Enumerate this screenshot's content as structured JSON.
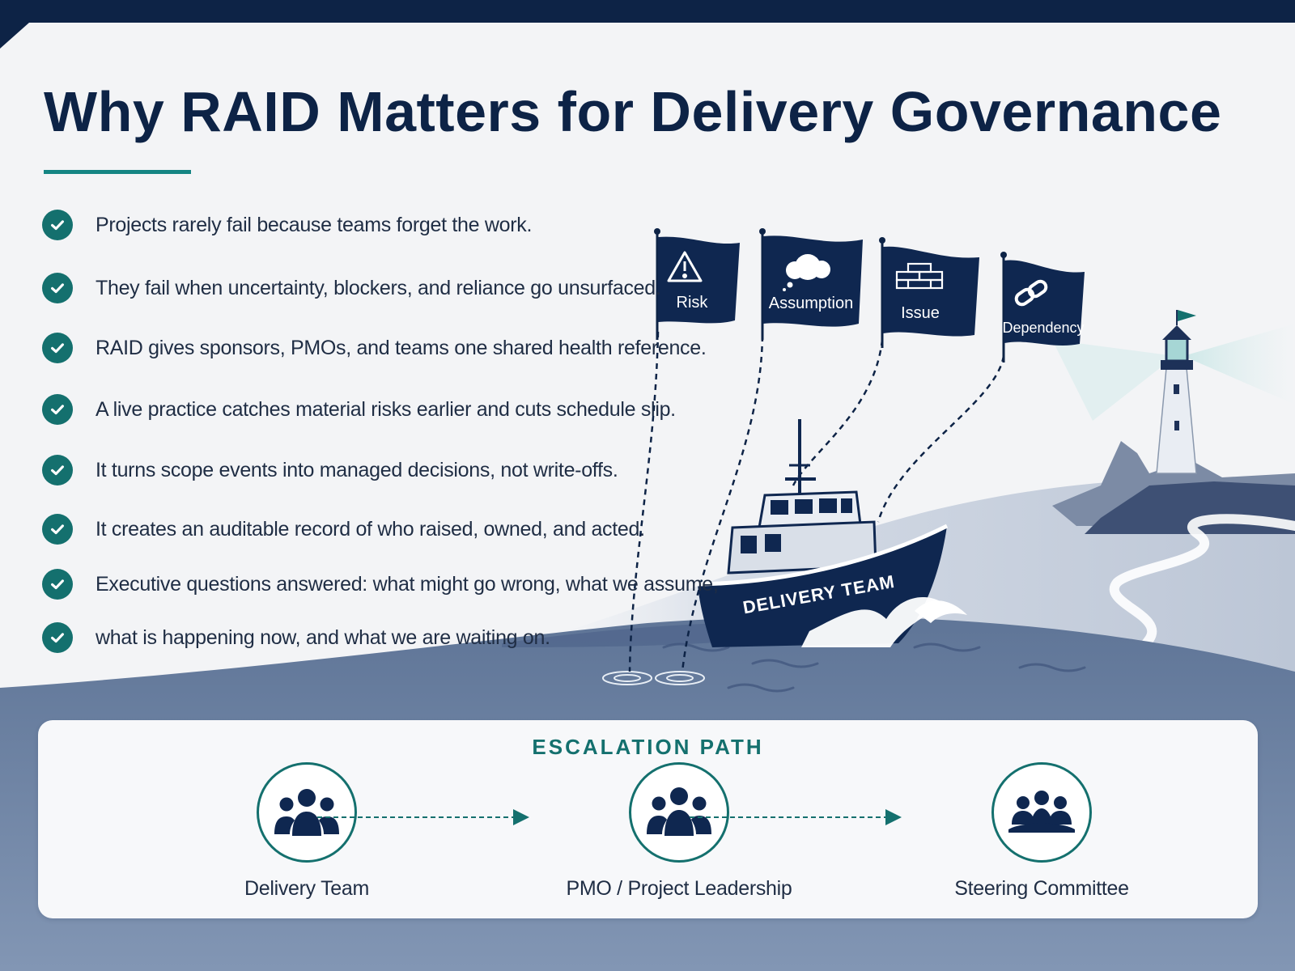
{
  "page": {
    "title": "Why RAID Matters for Delivery Governance"
  },
  "points": [
    "Projects rarely fail because teams forget the work.",
    "They fail when uncertainty, blockers, and reliance go unsurfaced.",
    "RAID gives sponsors, PMOs, and teams one shared health reference.",
    "A live practice catches material risks earlier and cuts schedule slip.",
    "It turns scope events into managed decisions, not write-offs.",
    "It creates an auditable record of who raised, owned, and acted.",
    "Executive questions answered: what might go wrong, what we assume,",
    "what is happening now, and what we are waiting on."
  ],
  "flags": [
    {
      "label": "Risk",
      "icon": "warning-icon"
    },
    {
      "label": "Assumption",
      "icon": "thought-bubble-icon"
    },
    {
      "label": "Issue",
      "icon": "brick-wall-icon"
    },
    {
      "label": "Dependency",
      "icon": "chain-link-icon"
    }
  ],
  "boat": {
    "label": "DELIVERY TEAM"
  },
  "escalation": {
    "title": "ESCALATION PATH",
    "stages": [
      {
        "label": "Delivery Team",
        "icon": "team-icon"
      },
      {
        "label": "PMO / Project Leadership",
        "icon": "leadership-group-icon"
      },
      {
        "label": "Steering Committee",
        "icon": "committee-table-icon"
      }
    ]
  },
  "colors": {
    "navy": "#0d2346",
    "teal": "#14706e",
    "sea": "#5e7396",
    "text": "#1f2d44",
    "background": "#f3f4f6"
  }
}
